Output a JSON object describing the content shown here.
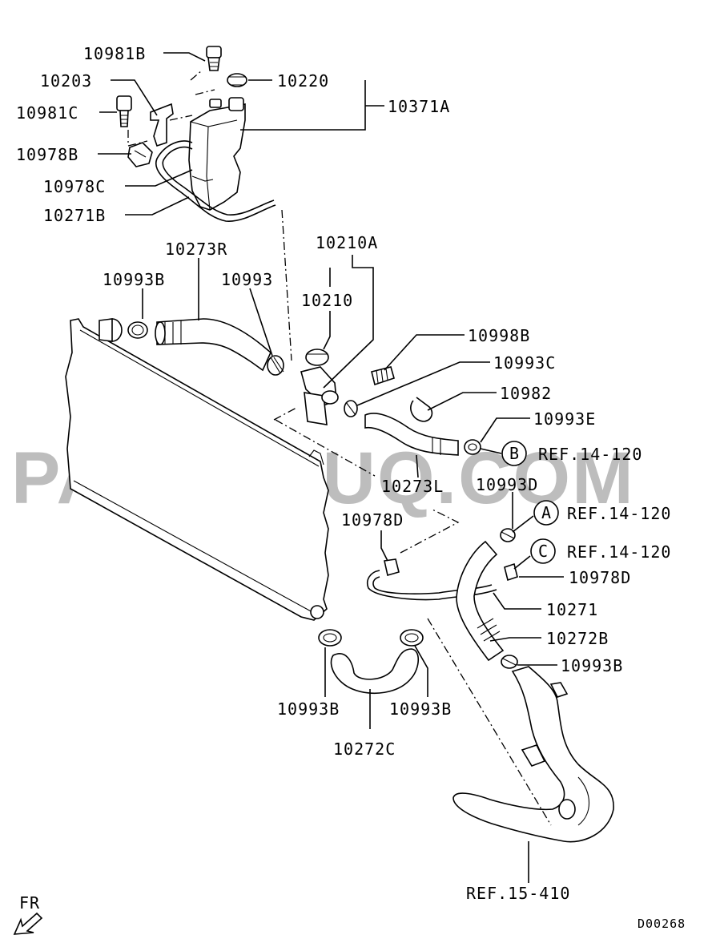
{
  "watermark": "PARTSOUQ.COM",
  "diagram_code": "D00268",
  "direction": "FR",
  "labels": {
    "p10981B": "10981B",
    "p10203": "10203",
    "p10220": "10220",
    "p10371A": "10371A",
    "p10981C": "10981C",
    "p10978B": "10978B",
    "p10978C": "10978C",
    "p10271B": "10271B",
    "p10273R": "10273R",
    "p10210A": "10210A",
    "p10993B_1": "10993B",
    "p10993": "10993",
    "p10210": "10210",
    "p10998B": "10998B",
    "p10993C": "10993C",
    "p10982": "10982",
    "p10993E": "10993E",
    "p10273L": "10273L",
    "p10993D": "10993D",
    "p10978D_1": "10978D",
    "p10978D_2": "10978D",
    "p10271": "10271",
    "p10272B": "10272B",
    "p10993B_2": "10993B",
    "p10993B_3": "10993B",
    "p10993B_4": "10993B",
    "p10272C": "10272C",
    "ref15": "REF.15-410"
  },
  "refs": [
    {
      "letter": "B",
      "text": "REF.14-120"
    },
    {
      "letter": "A",
      "text": "REF.14-120"
    },
    {
      "letter": "C",
      "text": "REF.14-120"
    }
  ]
}
